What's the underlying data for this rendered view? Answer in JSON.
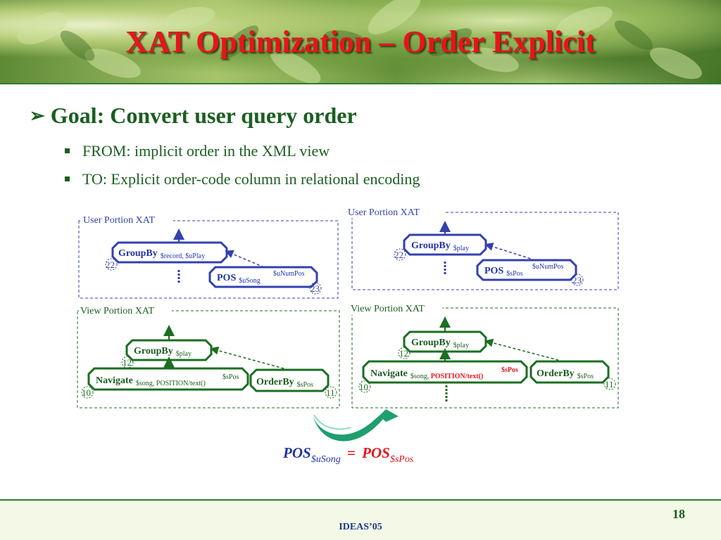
{
  "slide": {
    "title": "XAT Optimization – Order Explicit",
    "goal": "Goal: Convert user query order",
    "bullets": [
      "FROM: implicit order in the XML view",
      "TO:  Explicit order-code column in relational encoding"
    ],
    "page_number": "18",
    "footer": "IDEAS’05"
  },
  "colors": {
    "title": "#e8141a",
    "text": "#1b5e20",
    "user_portion": "#3340b0",
    "view_portion": "#1b6e20",
    "highlight": "#e8141a"
  },
  "icons": {
    "goal_bullet": "arrowhead-bullet-icon",
    "sub_bullet": "square-bullet-icon",
    "transform": "curved-arrow-icon"
  },
  "diagram": {
    "left": {
      "user_label": "User Portion XAT",
      "view_label": "View Portion XAT",
      "user": {
        "groupby": {
          "name": "GroupBy",
          "sub": "$record, $uPlay",
          "num": "22"
        },
        "pos": {
          "name": "POS",
          "sub": "$uSong",
          "sup": "$uNumPos",
          "num": "23"
        }
      },
      "view": {
        "groupby": {
          "name": "GroupBy",
          "sub": "$play",
          "num": "12"
        },
        "navigate": {
          "name": "Navigate",
          "sub": "$song, POSITION/text()",
          "sup": "$sPos",
          "num": "10"
        },
        "orderby": {
          "name": "OrderBy",
          "sub": "$sPos",
          "num": "11"
        }
      }
    },
    "right": {
      "user_label": "User Portion XAT",
      "view_label": "View Portion XAT",
      "user": {
        "groupby": {
          "name": "GroupBy",
          "sub": "$play",
          "num": "22"
        },
        "pos": {
          "name": "POS",
          "sub": "$sPos",
          "sup": "$uNumPos",
          "num": "23"
        }
      },
      "view": {
        "groupby": {
          "name": "GroupBy",
          "sub": "$play",
          "num": "12"
        },
        "navigate": {
          "name": "Navigate",
          "sub_plain": "$song, ",
          "sub_red": "POSITION/text()",
          "sup": "$sPos",
          "num": "10"
        },
        "orderby": {
          "name": "OrderBy",
          "sub": "$sPos",
          "num": "11"
        }
      }
    }
  },
  "equation": {
    "lhs": "POS",
    "lhs_sub": "$uSong",
    "op": "=",
    "rhs": "POS",
    "rhs_sub": "$sPos"
  }
}
